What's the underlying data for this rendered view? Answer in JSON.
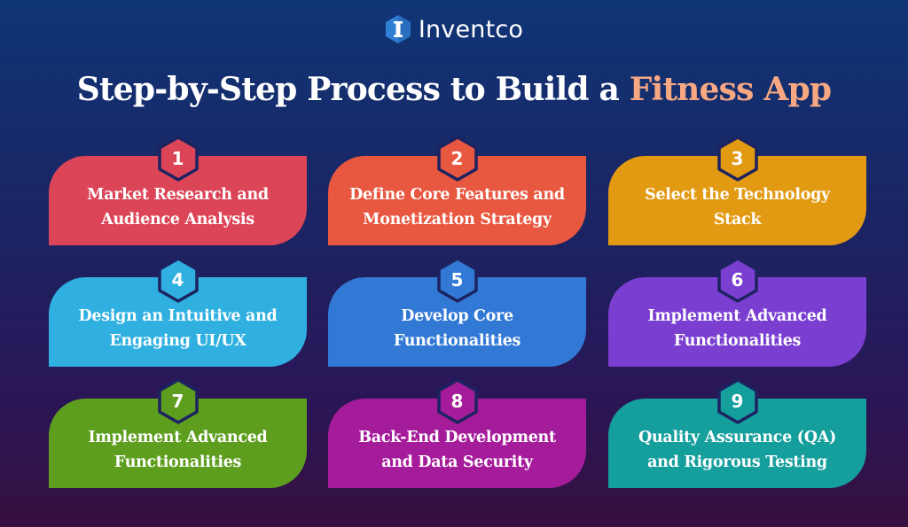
{
  "brand": {
    "name": "Inventco",
    "logo_icon": "hexagon-I-logo-icon",
    "logo_color": "#2f7fd4"
  },
  "title": {
    "prefix": "Step-by-Step Process to Build a ",
    "highlight": "Fitness App",
    "highlight_color": "#f7a882"
  },
  "badge_border_color": "#1c2360",
  "steps": [
    {
      "number": "1",
      "label": "Market Research and Audience Analysis",
      "color": "#dc4557"
    },
    {
      "number": "2",
      "label": "Define Core Features and Monetization Strategy",
      "color": "#e8573f"
    },
    {
      "number": "3",
      "label": "Select the Technology Stack",
      "color": "#e29a12"
    },
    {
      "number": "4",
      "label": "Design an Intuitive and Engaging UI/UX",
      "color": "#2fb0e0"
    },
    {
      "number": "5",
      "label": "Develop Core Functionalities",
      "color": "#3279d6"
    },
    {
      "number": "6",
      "label": "Implement Advanced Functionalities",
      "color": "#7a3fd1"
    },
    {
      "number": "7",
      "label": "Implement Advanced Functionalities",
      "color": "#5e9e1e"
    },
    {
      "number": "8",
      "label": "Back-End Development and Data Security",
      "color": "#a51c9b"
    },
    {
      "number": "9",
      "label": "Quality Assurance (QA) and Rigorous Testing",
      "color": "#149e9c"
    }
  ]
}
